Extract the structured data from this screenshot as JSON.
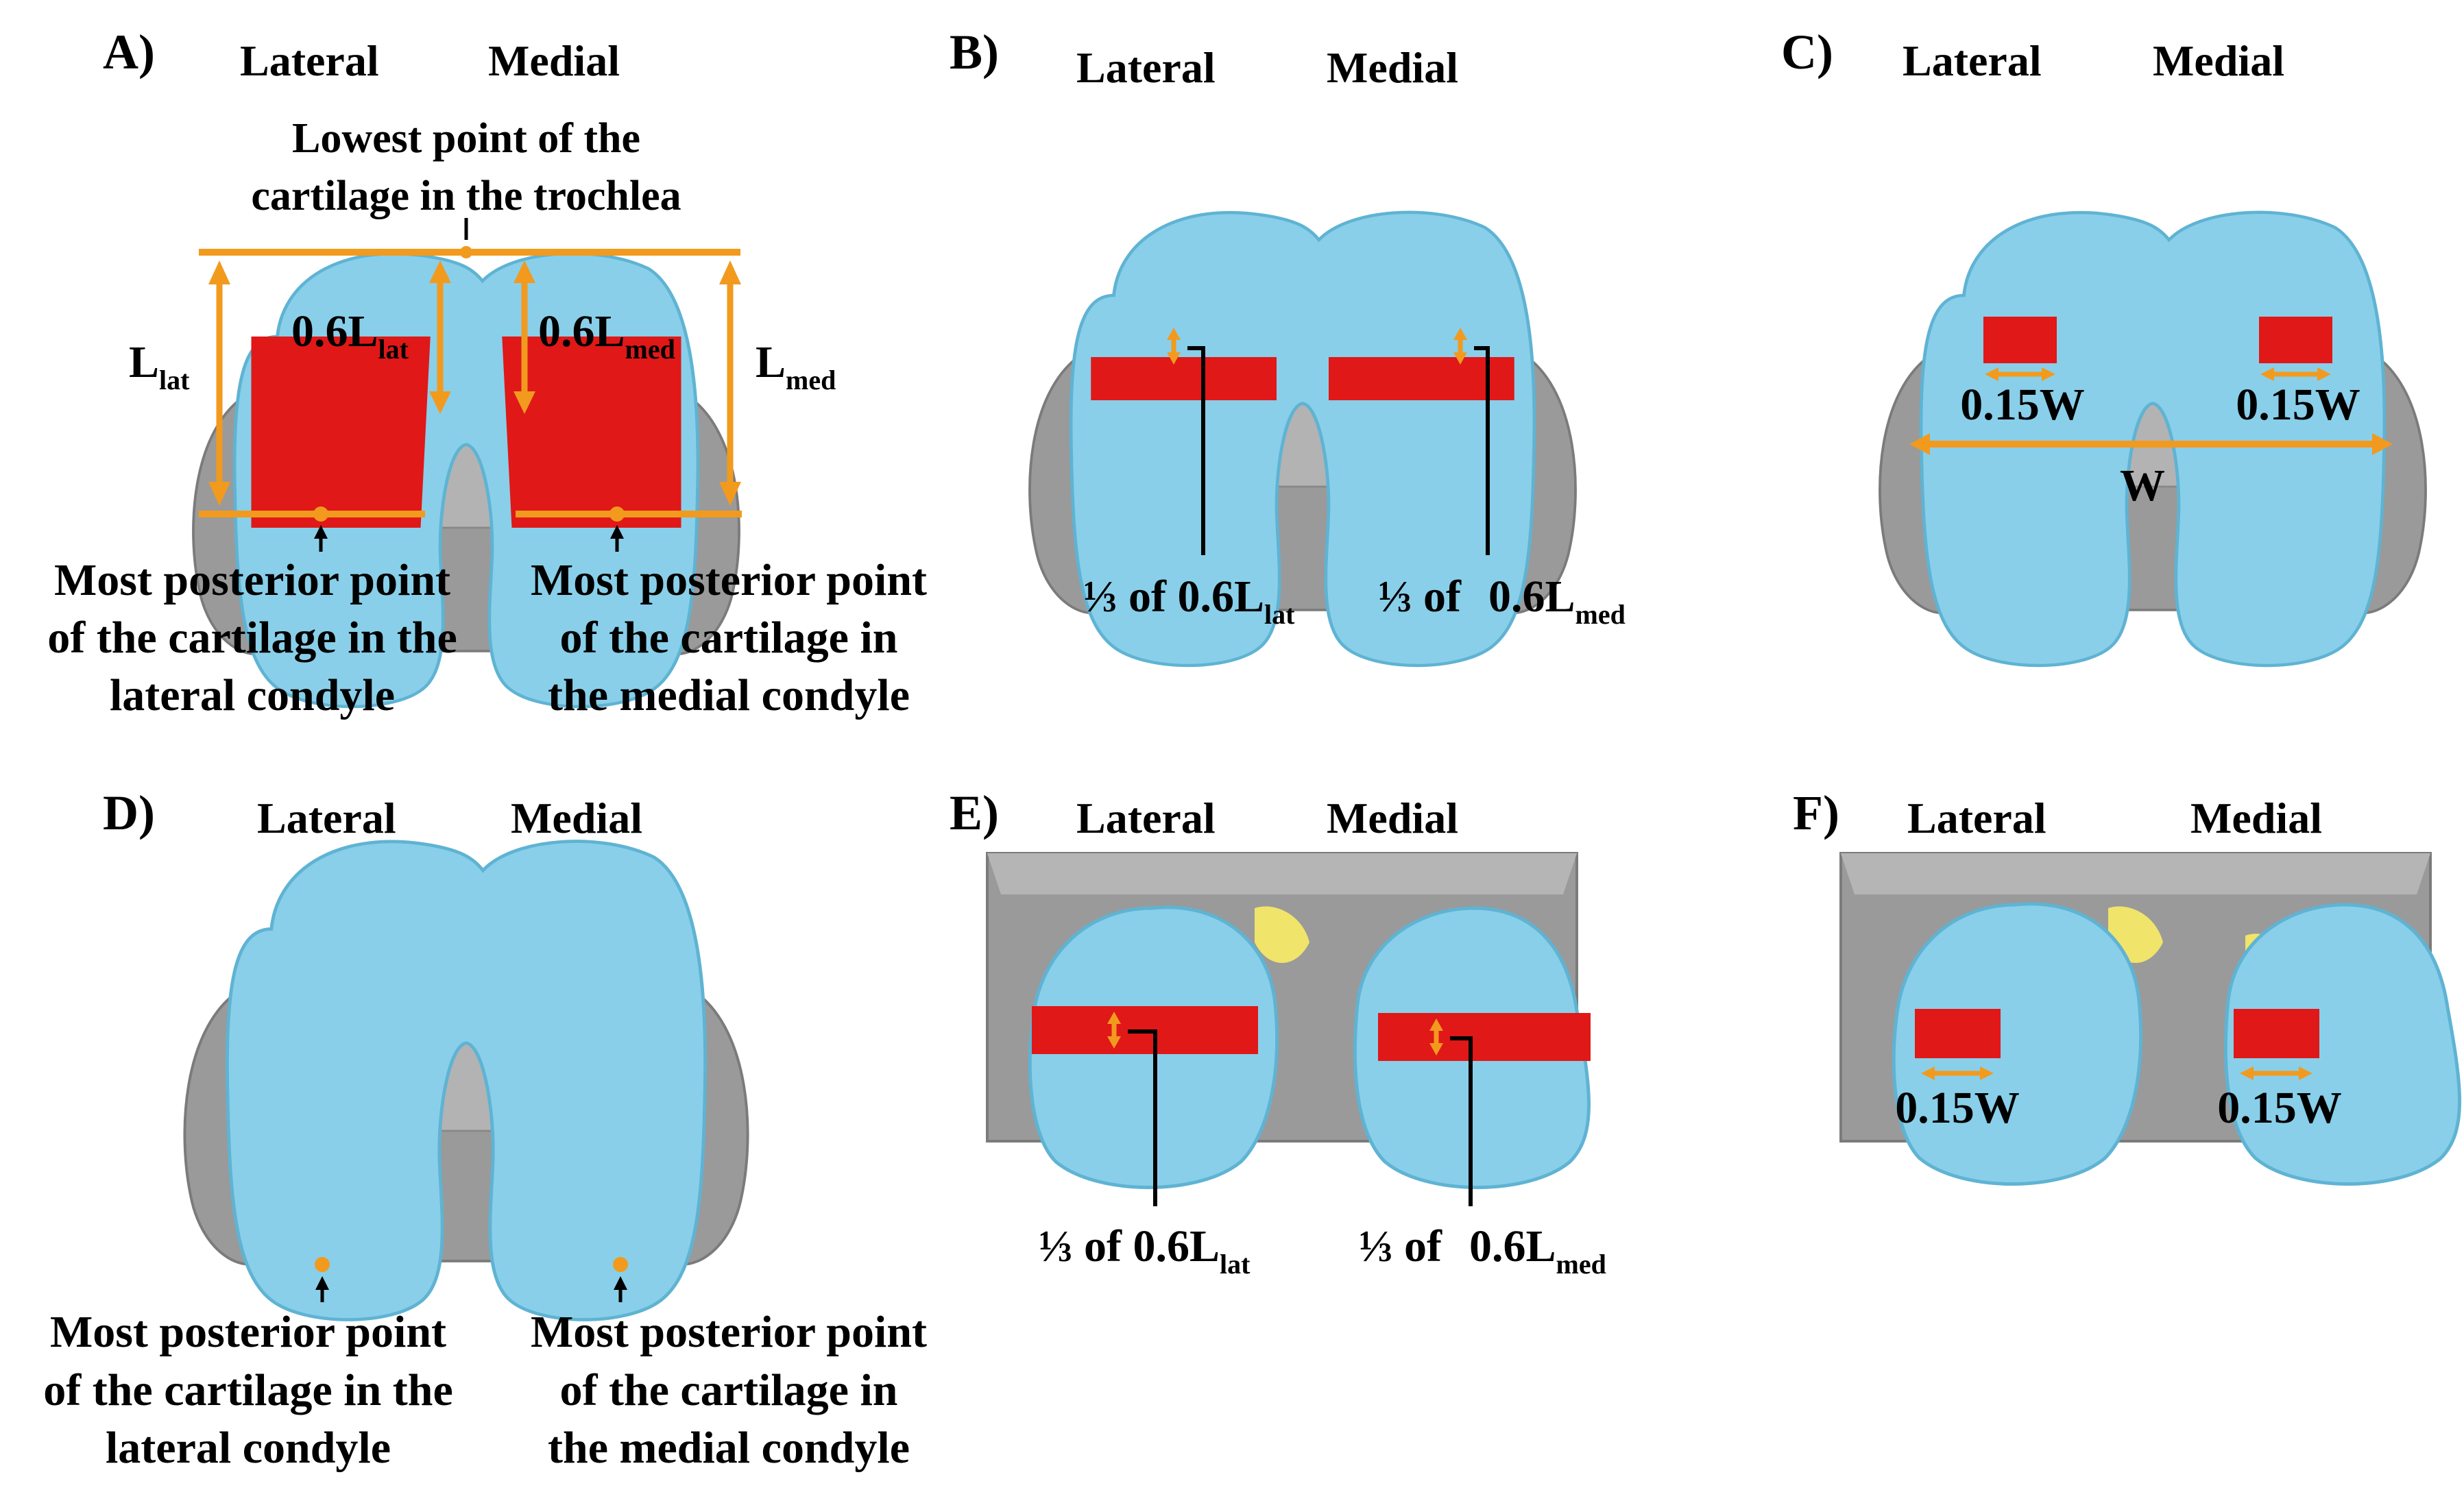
{
  "colors": {
    "cartilage": "#89cfe9",
    "cartilage_edge": "#5fb3d3",
    "bone": "#9a9a9a",
    "bone_dark": "#7b7b7b",
    "region": "#e01818",
    "marker": "#f29a1e"
  },
  "panels": {
    "A": {
      "letter": "A)",
      "lateral": "Lateral",
      "medial": "Medial",
      "trochlea_line1": "Lowest point of the",
      "trochlea_line2": "cartilage in the trochlea",
      "l_lat_main": "L",
      "l_lat_sub": "lat",
      "l_med_main": "L",
      "l_med_sub": "med",
      "frac_lat_main": "0.6L",
      "frac_lat_sub": "lat",
      "frac_med_main": "0.6L",
      "frac_med_sub": "med",
      "lat_caption": [
        "Most posterior point",
        "of the cartilage in the",
        "lateral condyle"
      ],
      "med_caption": [
        "Most posterior point",
        "of the cartilage in",
        "the medial condyle"
      ]
    },
    "B": {
      "letter": "B)",
      "lateral": "Lateral",
      "medial": "Medial",
      "lat_prefix": "⅓ of 0.6L",
      "lat_sub": "lat",
      "med_prefix": "⅓ of",
      "med_main": "0.6L",
      "med_sub": "med"
    },
    "C": {
      "letter": "C)",
      "lateral": "Lateral",
      "medial": "Medial",
      "lat_width": "0.15W",
      "med_width": "0.15W",
      "total_width": "W"
    },
    "D": {
      "letter": "D)",
      "lateral": "Lateral",
      "medial": "Medial",
      "lat_caption": [
        "Most posterior point",
        "of the cartilage in the",
        "lateral condyle"
      ],
      "med_caption": [
        "Most posterior point",
        "of the cartilage in",
        "the medial condyle"
      ]
    },
    "E": {
      "letter": "E)",
      "lateral": "Lateral",
      "medial": "Medial",
      "lat_prefix": "⅓ of 0.6L",
      "lat_sub": "lat",
      "med_prefix": "⅓ of",
      "med_main": "0.6L",
      "med_sub": "med"
    },
    "F": {
      "letter": "F)",
      "lateral": "Lateral",
      "medial": "Medial",
      "lat_width": "0.15W",
      "med_width": "0.15W"
    }
  }
}
